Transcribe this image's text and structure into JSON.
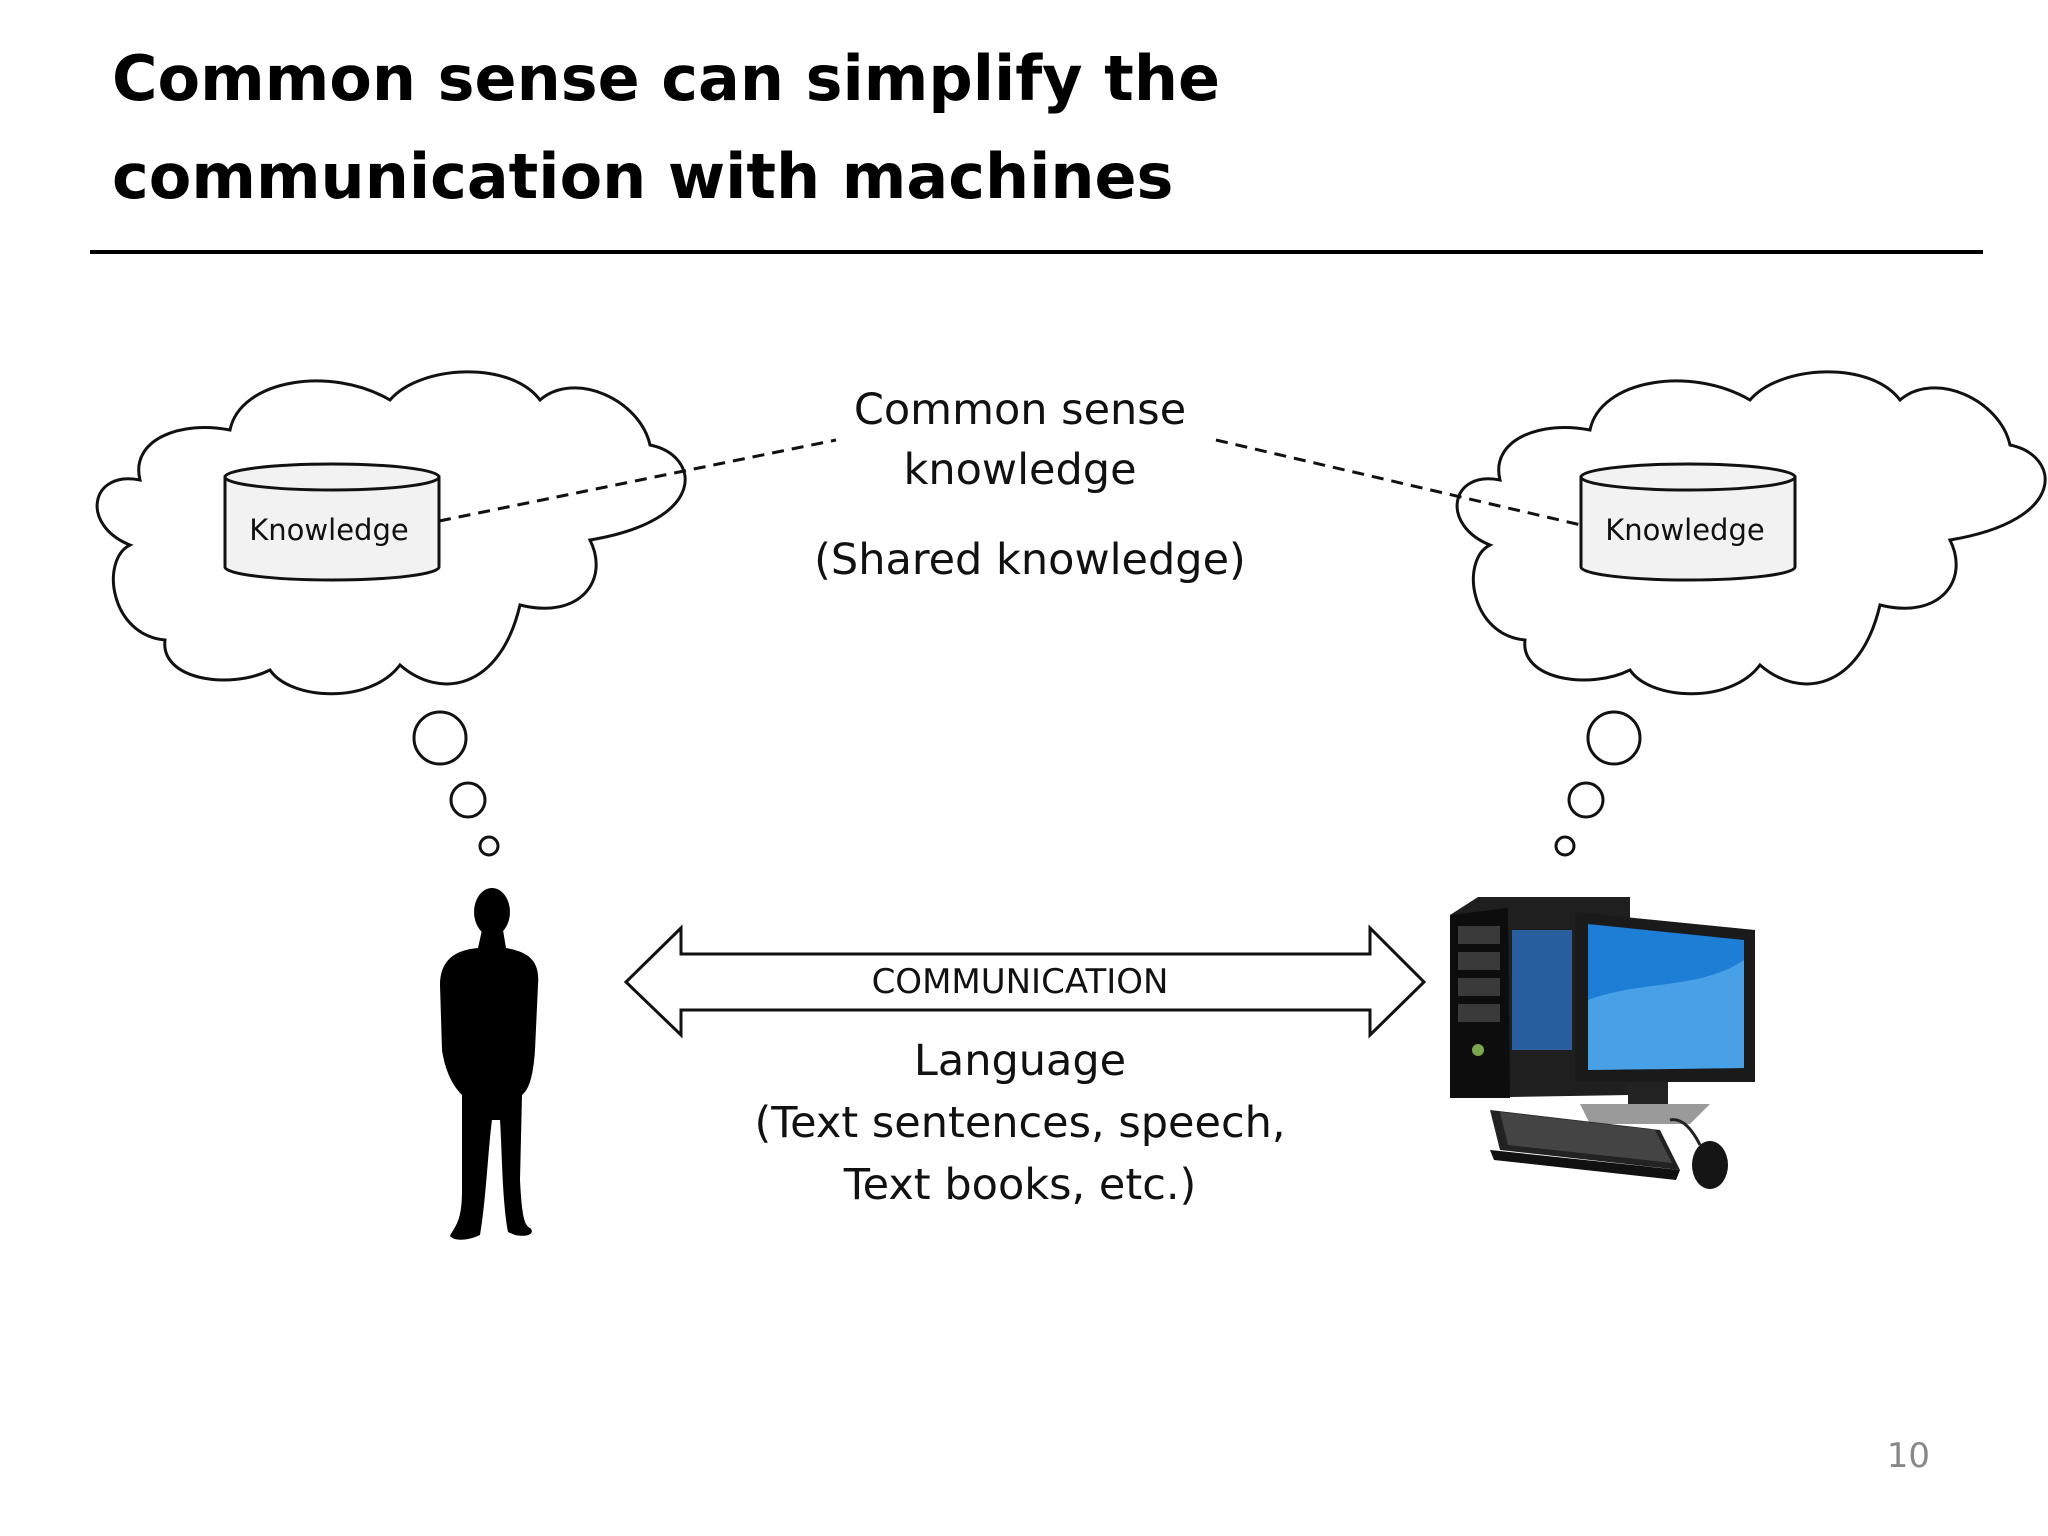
{
  "slide": {
    "title_lines": [
      "Common sense can simplify the",
      "communication with machines"
    ],
    "page_number": "10"
  },
  "diagram": {
    "common_sense_lines": [
      "Common sense",
      "knowledge"
    ],
    "shared_label": "(Shared knowledge)",
    "left_database_label": "Knowledge",
    "right_database_label": "Knowledge",
    "arrow_label": "COMMUNICATION",
    "language_lines": [
      "Language",
      "(Text sentences, speech,",
      "Text books, etc.)"
    ],
    "left_figure_icon": "person-silhouette-icon",
    "right_figure_icon": "desktop-computer-icon"
  }
}
